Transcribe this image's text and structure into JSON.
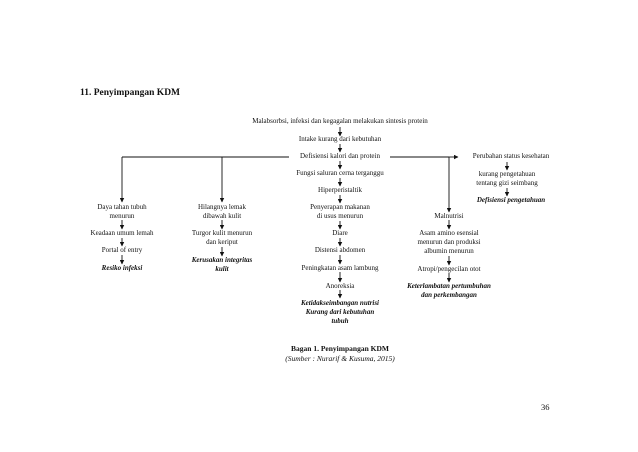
{
  "heading": "11. Penyimpangan KDM",
  "page_number": "36",
  "nodes": {
    "malabsorbsi": "Malabsorbsi, infeksi dan kegagalan melakukan sintesis protein",
    "intake": "Intake kurang dari kebutuhan",
    "defisiensi": "Defisiensi kalori dan protein",
    "fungsi": [
      "Fungsi saluran cerna terganggu"
    ],
    "hiperperistaltik": "Hiperperistaltik",
    "penyerapan": [
      "Penyerapan makanan",
      "di usus menurun"
    ],
    "diare": "Diare",
    "distensi": "Distensi abdomen",
    "peningkatan": "Peningkatan asam lambung",
    "anoreksia": "Anoreksia",
    "ketidakseimbangan": [
      "Ketidakseimbangan nutrisi",
      "Kurang dari kebutuhan",
      "tubuh"
    ],
    "daya_tahan": [
      "Daya tahan tubuh",
      "menurun"
    ],
    "keadaan_umum": "Keadaan umum lemah",
    "portal": "Portal of entry",
    "resiko": "Resiko infeksi",
    "hilangnya": [
      "Hilangnya lemak",
      "dibawah kulit"
    ],
    "turgor": [
      "Turgor kulit menurun",
      "dan keriput"
    ],
    "kerusakan": [
      "Kerusakan integritas",
      "kulit"
    ],
    "malnutrisi": "Malnutrisi",
    "asam_amino": [
      "Asam amino esensial",
      "menurun dan produksi",
      "albumin menurun"
    ],
    "atropi": "Atropi/pengecilan otot",
    "keterlambatan": [
      "Keterlambatan pertumbuhan",
      "dan perkembangan"
    ],
    "perubahan": "Perubahan status kesehatan",
    "kurang_pengetahuan": [
      "kurang pengetahuan",
      "tentang gizi seimbang"
    ],
    "defisiensi_pengetahuan": "Defisiensi pengetahuan"
  },
  "caption": {
    "title": "Bagan 1. Penyimpangan KDM",
    "source": "(Sumber : Nurarif & Kusuma, 2015)"
  }
}
